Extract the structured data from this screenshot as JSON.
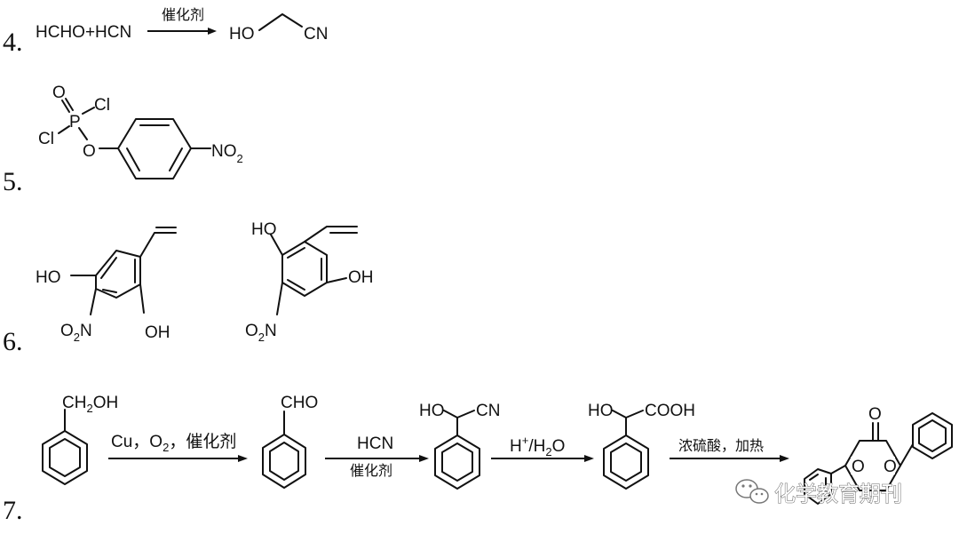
{
  "items": [
    {
      "number": "4.",
      "reactant": "HCHO+HCN",
      "condition": "催化剂",
      "product": {
        "left": "HO",
        "right": "CN"
      }
    },
    {
      "number": "5.",
      "atoms": {
        "oxo": "O",
        "p": "P",
        "cl_right": "Cl",
        "cl_left": "Cl",
        "ester_o": "O",
        "nitro": "NO",
        "nitro_sub": "2"
      }
    },
    {
      "number": "6.",
      "compound_a": {
        "ho": "HO",
        "oh": "OH",
        "nitro": "O",
        "nitro_sub": "2",
        "nitro_n": "N"
      },
      "compound_b": {
        "ho": "HO",
        "oh": "OH",
        "nitro": "O",
        "nitro_sub": "2",
        "nitro_n": "N"
      }
    },
    {
      "number": "7.",
      "start": {
        "group": "CH",
        "group_sub": "2",
        "group_end": "OH"
      },
      "step1": {
        "condition_a": "Cu，O",
        "condition_sub": "2",
        "condition_b": "，催化剂"
      },
      "aldehyde": {
        "group": "CHO"
      },
      "step2": {
        "reagent": "HCN",
        "catalyst": "催化剂"
      },
      "cyanohydrin": {
        "ho": "HO",
        "cn": "CN"
      },
      "step3": {
        "h": "H",
        "h_sup": "+",
        "water_a": "/H",
        "water_sub": "2",
        "water_b": "O"
      },
      "acid": {
        "ho": "HO",
        "cooh": "COOH"
      },
      "step4": {
        "condition": "浓硫酸，加热"
      },
      "product": {
        "carbonyl_o": "O",
        "ring_o_left": "O",
        "ring_o_right": "O"
      }
    }
  ],
  "watermark": "化学教育期刊"
}
